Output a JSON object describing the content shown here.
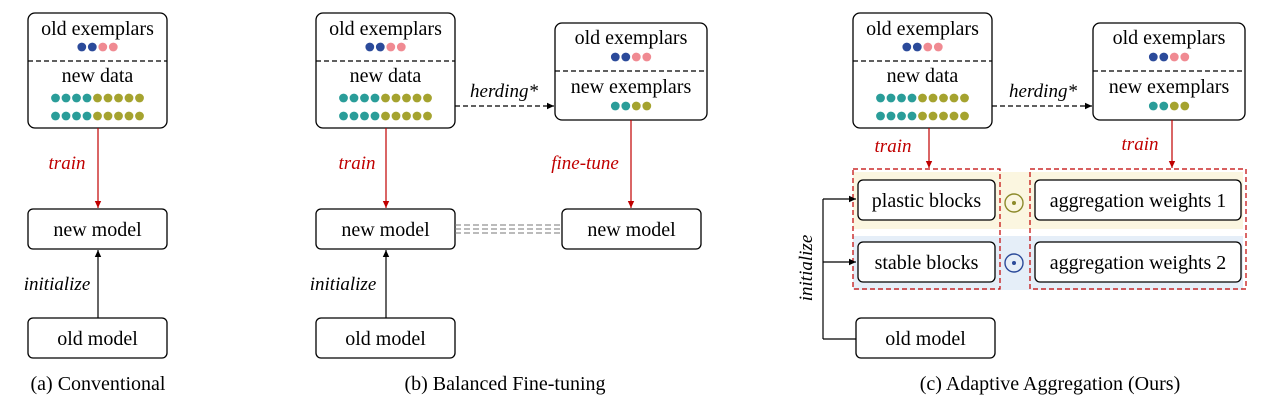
{
  "colors": {
    "dark_blue": "#2b4a9a",
    "pink": "#f08a92",
    "teal": "#2a9d99",
    "olive": "#a5a32f",
    "red": "#c00000",
    "plastic_bg": "#fbf6e0",
    "stable_bg": "#e5eef8",
    "icon_plastic": "#8c8a2a",
    "icon_stable": "#2b4a9a"
  },
  "panel_a": {
    "old_exemplars": "old exemplars",
    "new_data": "new data",
    "train": "train",
    "new_model": "new model",
    "initialize": "initialize",
    "old_model": "old model",
    "caption": "(a) Conventional"
  },
  "panel_b": {
    "old_exemplars_left": "old exemplars",
    "new_data": "new data",
    "herding": "herding*",
    "old_exemplars_right": "old exemplars",
    "new_exemplars": "new exemplars",
    "train": "train",
    "fine_tune": "fine-tune",
    "new_model_left": "new model",
    "new_model_right": "new model",
    "initialize": "initialize",
    "old_model": "old model",
    "caption": "(b) Balanced Fine-tuning"
  },
  "panel_c": {
    "old_exemplars_left": "old exemplars",
    "new_data": "new data",
    "herding": "herding*",
    "old_exemplars_right": "old exemplars",
    "new_exemplars": "new exemplars",
    "train_left": "train",
    "train_right": "train",
    "plastic_blocks": "plastic blocks",
    "stable_blocks": "stable blocks",
    "aggregation_weights_1": "aggregation weights 1",
    "aggregation_weights_2": "aggregation weights 2",
    "initialize": "initialize",
    "old_model": "old model",
    "caption": "(c) Adaptive Aggregation (Ours)"
  }
}
